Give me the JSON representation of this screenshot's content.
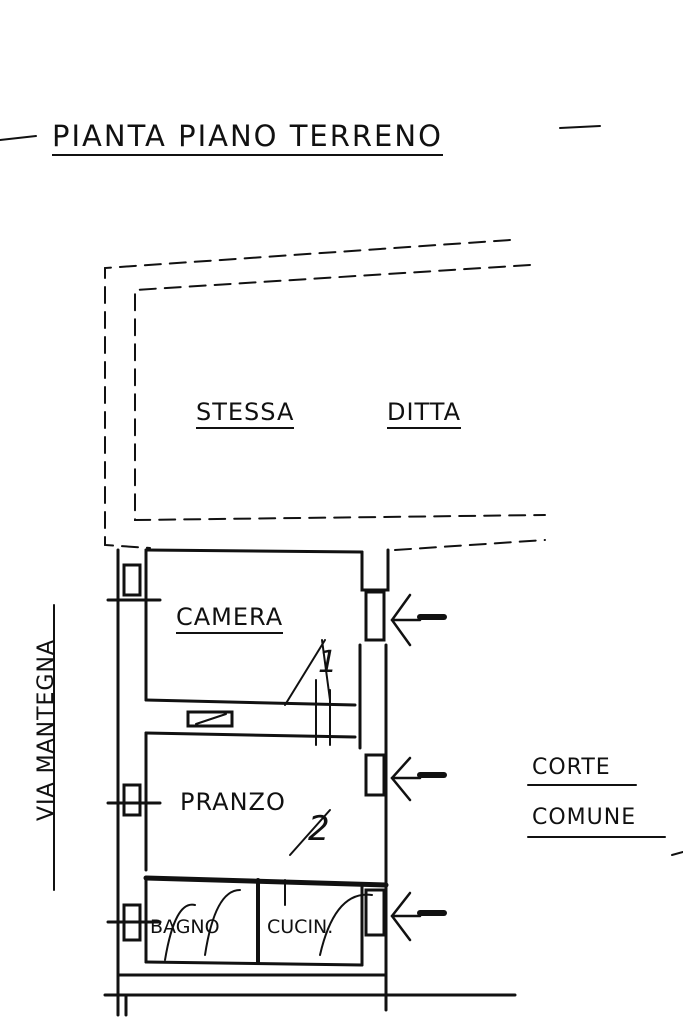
{
  "title": "PIANTA  PIANO TERRENO",
  "labels": {
    "stessa": "STESSA",
    "ditta": "DITTA",
    "camera": "CAMERA",
    "pranzo": "PRANZO",
    "bagno": "BAGNO",
    "cucina": "CUCIN.",
    "corte": "CORTE",
    "comune": "COMUNE",
    "via": "VIA  MANTEGNA"
  },
  "room_numbers": {
    "camera": "1",
    "pranzo": "2"
  },
  "colors": {
    "ink": "#111111",
    "paper": "#ffffff"
  }
}
